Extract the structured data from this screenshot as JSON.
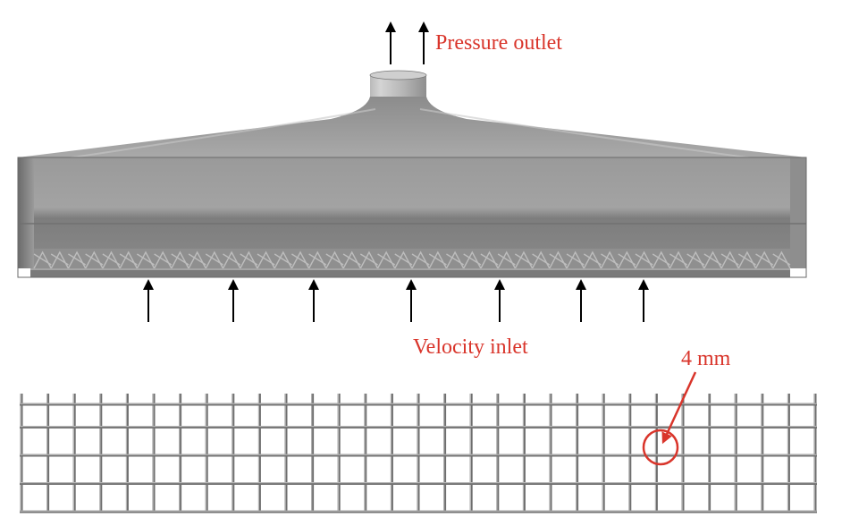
{
  "labels": {
    "outlet": "Pressure outlet",
    "inlet": "Velocity inlet",
    "mesh_size": "4 mm"
  },
  "colors": {
    "label": "#d9352b",
    "arrow": "#000000",
    "body_light": "#9a9a9a",
    "body_dark": "#5e5e5e",
    "mesh_wire": "#6e6e6e"
  },
  "mesh": {
    "columns": 30,
    "rows": 4
  }
}
